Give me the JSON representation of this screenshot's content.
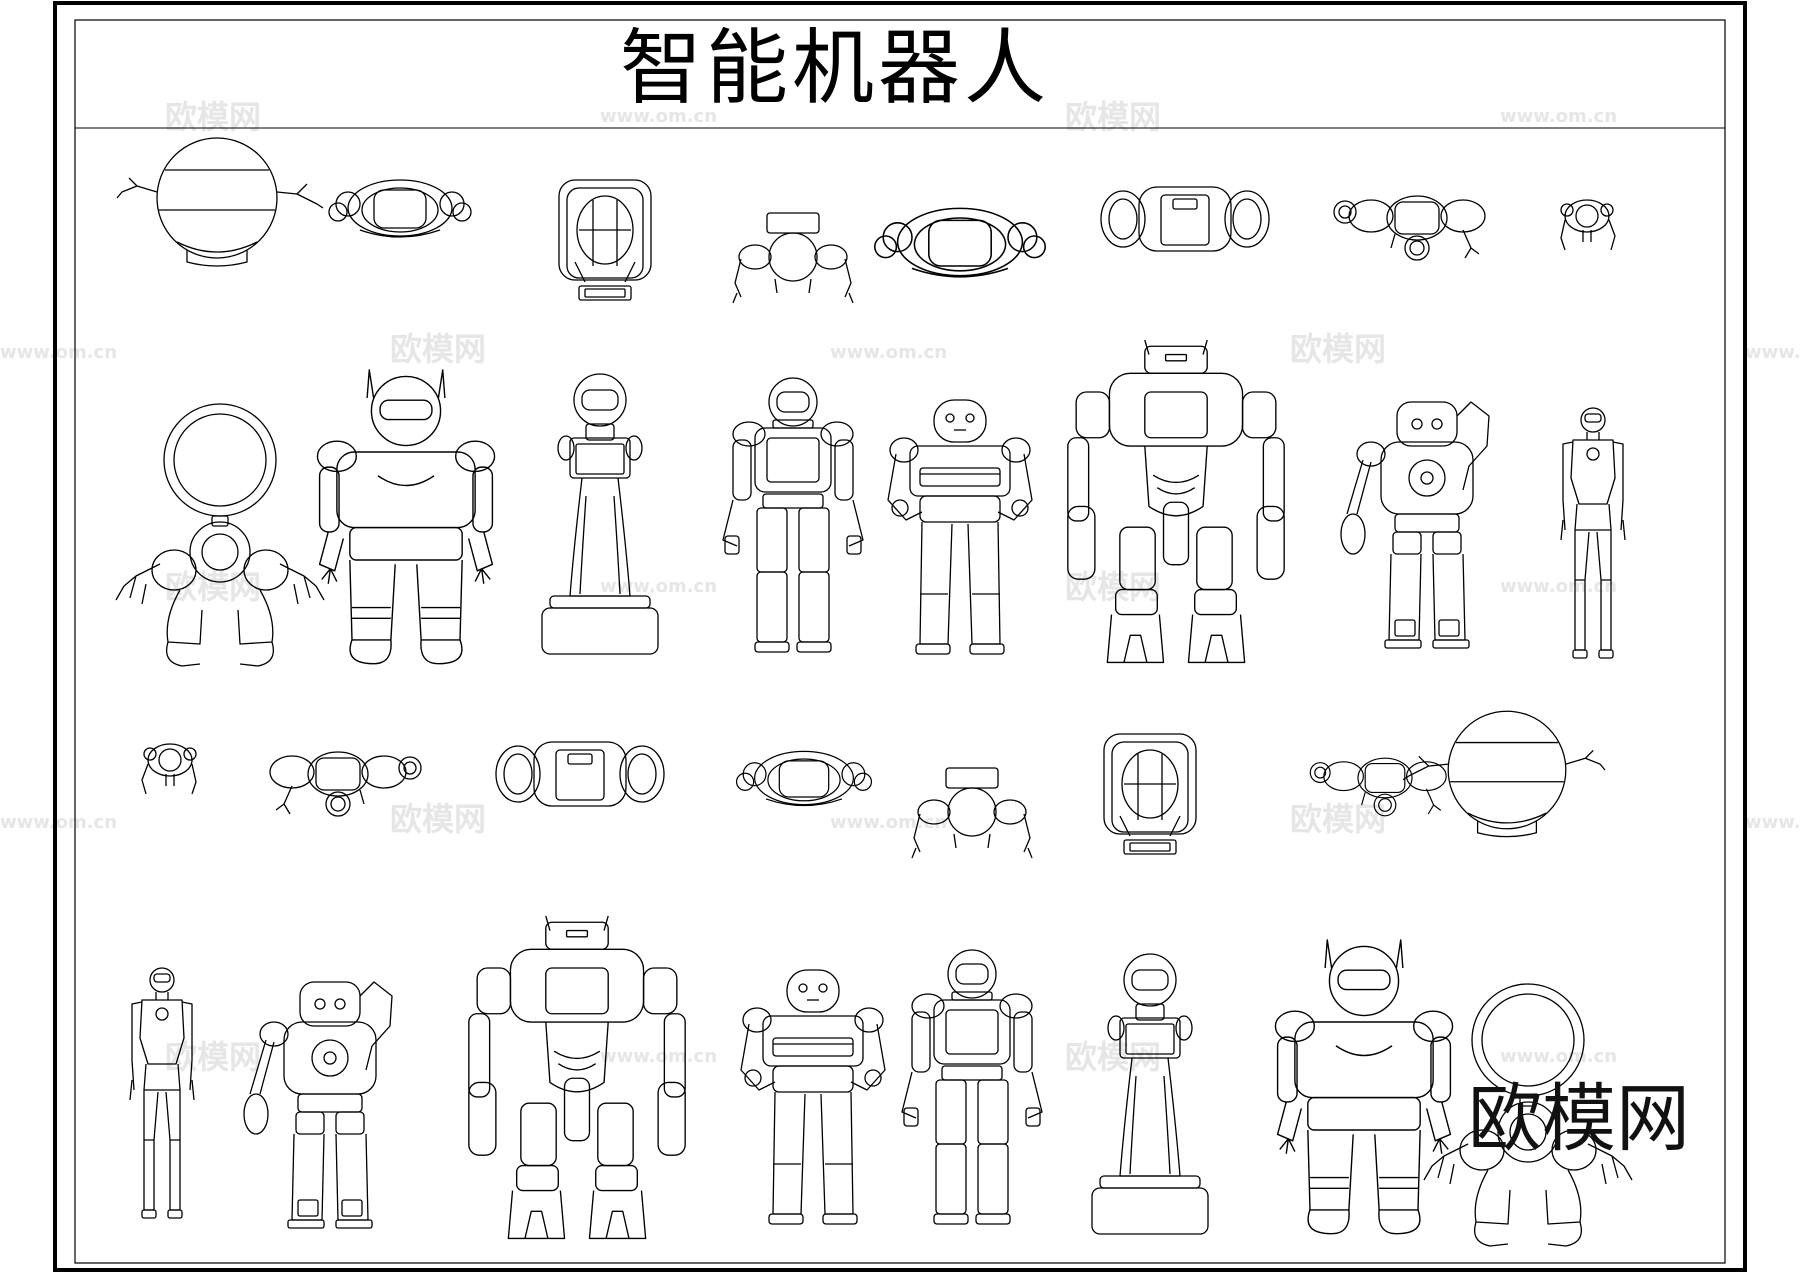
{
  "title": "智能机器人",
  "watermark": {
    "text": "欧模网",
    "url": "www.om.cn"
  },
  "brand": "欧模网",
  "colors": {
    "line": "#000000",
    "background": "#ffffff",
    "watermark": "#e6e6e6"
  }
}
